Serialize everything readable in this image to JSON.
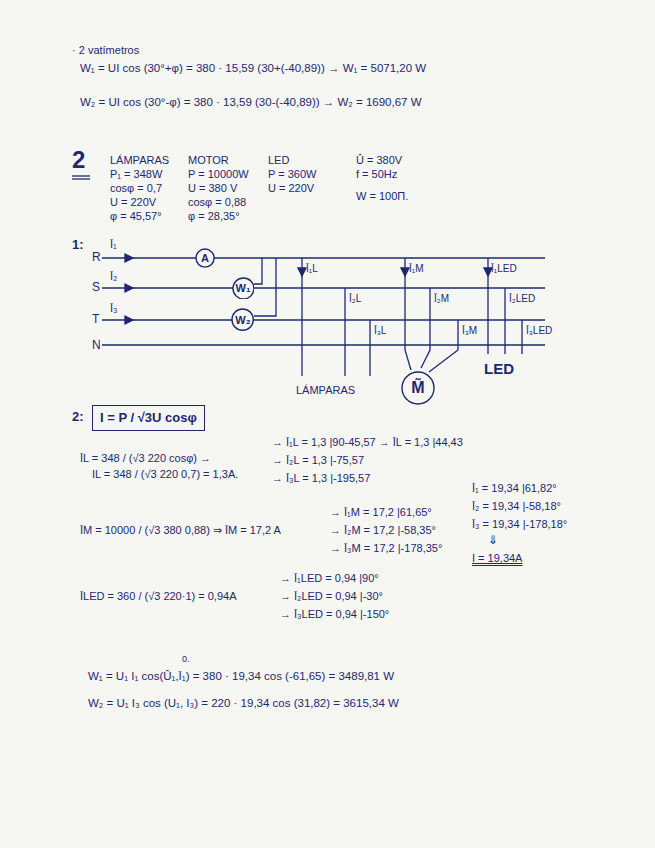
{
  "diagram": {
    "nodes": [
      {
        "text": [
          "A"
        ]
      },
      {
        "text": [
          "W₁"
        ]
      },
      {
        "text": [
          "W₂"
        ]
      },
      {
        "text": [
          "M̃"
        ]
      },
      {
        "text": [
          "I = P / √3U cosφ"
        ]
      }
    ],
    "labels": [
      "· 2 vatímetros",
      "W₁ = UI cos (30°+φ) = 380 · 15,59 (30+(-40,89)) → W₁ = 5071,20 W",
      "W₂ = UI cos (30°-φ) = 380 · 13,59 (30-(-40,89)) → W₂ = 1690,67 W",
      "2",
      "LÁMPARAS",
      "P₁ = 348W",
      "cosφ = 0,7",
      "U = 220V",
      "φ = 45,57°",
      "MOTOR",
      "P = 10000W",
      "U = 380 V",
      "cosφ = 0,88",
      "φ = 28,35°",
      "LED",
      "P = 360W",
      "U = 220V",
      "Û = 380V",
      "f = 50Hz",
      "W = 100Π.",
      "1:",
      "Ī₁",
      "R",
      "Ī₂",
      "S",
      "Ī₃",
      "T",
      "N",
      "Ī₁L",
      "Ī₂L",
      "Ī₃L",
      "Ī₁M",
      "Ī₂M",
      "Ī₃M",
      "Ī₁LED",
      "Ī₂LED",
      "Ī₃LED",
      "LÁMPARAS",
      "LED",
      "2:",
      "ĪL = 348 / (√3 220 cosφ) →",
      "IL = 348 / (√3 220 0,7) = 1,3A.",
      "→ Ī₁L = 1,3 |90-45,57 → ĪL = 1,3 |44,43",
      "→ Ī₂L = 1,3 |-75,57",
      "→ Ī₃L = 1,3 |-195,57",
      "Ī₁ = 19,34 |61,82°",
      "Ī₂ = 19,34 |-58,18°",
      "Ī₃ = 19,34 |-178,18°",
      "⇓",
      "I = 19,34A",
      "ĪM = 10000 / (√3 380 0,88) ⇒ ĪM = 17,2 A",
      "→ Ī₁M = 17,2 |61,65°",
      "→ Ī₂M = 17,2 |-58,35°",
      "→ Ī₃M = 17,2 |-178,35°",
      "ĪLED = 360 / (√3 220·1) = 0,94A",
      "→ Ī₁LED = 0,94 |90°",
      "→ Ī₂LED = 0,94 |-30°",
      "→ Ī₃LED = 0,94 |-150°",
      "0.",
      "W₁ = U₁ I₁ cos(Û₁,Ī₁) = 380 · 19,34 cos (-61,65) = 3489,81 W",
      "W₂ = U₁ I₃ cos (U₁, I₃) = 220 · 19,34 cos (31,82) = 3615,34 W"
    ]
  }
}
